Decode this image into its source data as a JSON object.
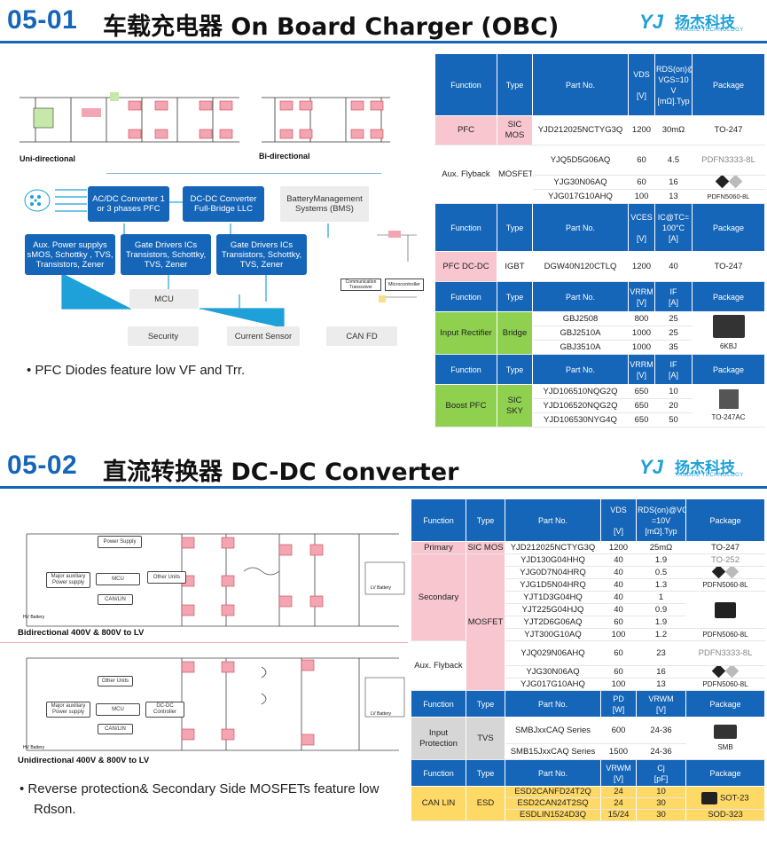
{
  "section1": {
    "num": "05-01",
    "title": "车载充电器 On Board Charger (OBC)",
    "logo": {
      "mark": "YJ",
      "cn": "扬杰科技",
      "en": "YANGJIE TECHNOLOGY"
    },
    "diagram": {
      "caption_uni": "Uni-directional",
      "caption_bi": "Bi-directional",
      "boxes": {
        "acdc": "AC/DC Converter 1 or 3 phases PFC",
        "dcdc": "DC-DC Converter Full-Bridge LLC",
        "bms": "BatteryManagement Systems (BMS)",
        "aux": "Aux. Power supplys sMOS, Schottky , TVS, Transistors, Zener",
        "gate1": "Gate Drivers ICs Transistors, Schottky, TVS, Zener",
        "gate2": "Gate Drivers ICs Transistors, Schottky, TVS, Zener",
        "mcu": "MCU",
        "security": "Security",
        "current": "Current Sensor",
        "canfd": "CAN FD"
      },
      "mini": {
        "comm": "Communication Transceiver",
        "micro": "Microcontroller"
      }
    },
    "bullet": "PFC Diodes feature low VF and Trr.",
    "table": {
      "head1": {
        "function": "Function",
        "type": "Type",
        "part": "Part No.",
        "v": "VDS",
        "v_unit": "[V]",
        "r": "RDS(on)@ VGS=10 V",
        "r_unit": "[mΩ].Typ",
        "package": "Package"
      },
      "pfc": {
        "function": "PFC",
        "type": "SIC MOS",
        "part": "YJD212025NCTYG3Q",
        "v": "1200",
        "r": "30mΩ",
        "package": "TO-247"
      },
      "aux": {
        "function": "Aux. Flyback",
        "type": "MOSFET",
        "rows": [
          {
            "part": "YJQ5D5G06AQ",
            "v": "60",
            "r": "4.5",
            "package": "PDFN3333-8L"
          },
          {
            "part": "YJG30N06AQ",
            "v": "60",
            "r": "16",
            "package": ""
          },
          {
            "part": "YJG017G10AHQ",
            "v": "100",
            "r": "13",
            "package": "PDFN5060-8L"
          }
        ]
      },
      "head2": {
        "function": "Function",
        "type": "Type",
        "part": "Part No.",
        "v": "VCES",
        "v_unit": "[V]",
        "r": "IC@TC= 100°C",
        "r_unit": "[A]",
        "package": "Package"
      },
      "dcdc": {
        "function": "PFC DC-DC",
        "type": "IGBT",
        "part": "DGW40N120CTLQ",
        "v": "1200",
        "r": "40",
        "package": "TO-247"
      },
      "head3": {
        "function": "Function",
        "type": "Type",
        "part": "Part No.",
        "v": "VRRM",
        "v_unit": "[V]",
        "r": "IF",
        "r_unit": "[A]",
        "package": "Package"
      },
      "rect": {
        "function": "Input Rectifier",
        "type": "Bridge",
        "rows": [
          {
            "part": "GBJ2508",
            "v": "800",
            "r": "25"
          },
          {
            "part": "GBJ2510A",
            "v": "1000",
            "r": "25"
          },
          {
            "part": "GBJ3510A",
            "v": "1000",
            "r": "35"
          }
        ],
        "package": "6KBJ"
      },
      "head4": {
        "function": "Function",
        "type": "Type",
        "part": "Part No.",
        "v": "VRRM",
        "v_unit": "[V]",
        "r": "IF",
        "r_unit": "[A]",
        "package": "Package"
      },
      "boost": {
        "function": "Boost PFC",
        "type": "SIC SKY",
        "rows": [
          {
            "part": "YJD106510NQG2Q",
            "v": "650",
            "r": "10"
          },
          {
            "part": "YJD106520NQG2Q",
            "v": "650",
            "r": "20"
          },
          {
            "part": "YJD106530NYG4Q",
            "v": "650",
            "r": "50"
          }
        ],
        "package": "TO-247AC"
      }
    }
  },
  "section2": {
    "num": "05-02",
    "title": "直流转换器 DC-DC Converter",
    "logo": {
      "mark": "YJ",
      "cn": "扬杰科技",
      "en": "YANGJIE TECHNOLOGY"
    },
    "diagram": {
      "caption_bi": "Bidirectional 400V & 800V to LV",
      "caption_uni": "Unidirectional 400V & 800V to LV",
      "labels": {
        "major": "Major auxiliary Power supply",
        "mcu": "MCU",
        "canlin": "CAN/LIN",
        "other": "Other Units",
        "power": "Power Supply",
        "dcdc_ctrl": "DC-DC Controller",
        "hv": "HV Battery",
        "lv": "LV Battery"
      }
    },
    "bullet": "Reverse protection& Secondary Side MOSFETs feature low Rdson.",
    "table": {
      "head1": {
        "function": "Function",
        "type": "Type",
        "part": "Part No.",
        "v": "VDS",
        "v_unit": "[V]",
        "r": "RDS(on)@VGS =10V",
        "r_unit": "[mΩ].Typ",
        "package": "Package"
      },
      "primary": {
        "function": "Primary",
        "type": "SIC MOS",
        "part": "YJD212025NCTYG3Q",
        "v": "1200",
        "r": "25mΩ",
        "package": "TO-247"
      },
      "secondary": {
        "function": "Secondary",
        "type": "MOSFET",
        "rows": [
          {
            "part": "YJD130G04HHQ",
            "v": "40",
            "r": "1.9",
            "package": "TO-252"
          },
          {
            "part": "YJG0D7N04HRQ",
            "v": "40",
            "r": "0.5",
            "package": ""
          },
          {
            "part": "YJG1D5N04HRQ",
            "v": "40",
            "r": "1.3",
            "package": "PDFN5060-8L"
          },
          {
            "part": "YJT1D3G04HQ",
            "v": "40",
            "r": "1",
            "package": ""
          },
          {
            "part": "YJT225G04HJQ",
            "v": "40",
            "r": "0.9",
            "package": ""
          },
          {
            "part": "YJT2D6G06AQ",
            "v": "60",
            "r": "1.9",
            "package": ""
          },
          {
            "part": "YJT300G10AQ",
            "v": "100",
            "r": "1.2",
            "package": "PDFN5060-8L"
          }
        ]
      },
      "aux": {
        "function": "Aux. Flyback",
        "type": "",
        "rows": [
          {
            "part": "YJQ029N06AHQ",
            "v": "60",
            "r": "23",
            "package": "PDFN3333-8L"
          },
          {
            "part": "YJG30N06AQ",
            "v": "60",
            "r": "16",
            "package": ""
          },
          {
            "part": "YJG017G10AHQ",
            "v": "100",
            "r": "13",
            "package": "PDFN5060-8L"
          }
        ]
      },
      "head2": {
        "function": "Function",
        "type": "Type",
        "part": "Part No.",
        "v": "PD",
        "v_unit": "[W]",
        "r": "VRWM",
        "r_unit": "[V]",
        "package": "Package"
      },
      "tvs": {
        "function": "Input Protection",
        "type": "TVS",
        "rows": [
          {
            "part": "SMBJxxCAQ Series",
            "v": "600",
            "r": "24-36"
          },
          {
            "part": "SMB15JxxCAQ Series",
            "v": "1500",
            "r": "24-36"
          }
        ],
        "package": "SMB"
      },
      "head3": {
        "function": "Function",
        "type": "Type",
        "part": "Part No.",
        "v": "VRWM",
        "v_unit": "[V]",
        "r": "Cj",
        "r_unit": "[pF]",
        "package": "Package"
      },
      "esd": {
        "function": "CAN LIN",
        "type": "ESD",
        "rows": [
          {
            "part": "ESD2CANFD24T2Q",
            "v": "24",
            "r": "10",
            "package": ""
          },
          {
            "part": "ESD2CAN24T2SQ",
            "v": "24",
            "r": "30",
            "package": "SOT-23"
          },
          {
            "part": "ESDLIN1524D3Q",
            "v": "15/24",
            "r": "30",
            "package": "SOD-323"
          }
        ]
      }
    }
  }
}
